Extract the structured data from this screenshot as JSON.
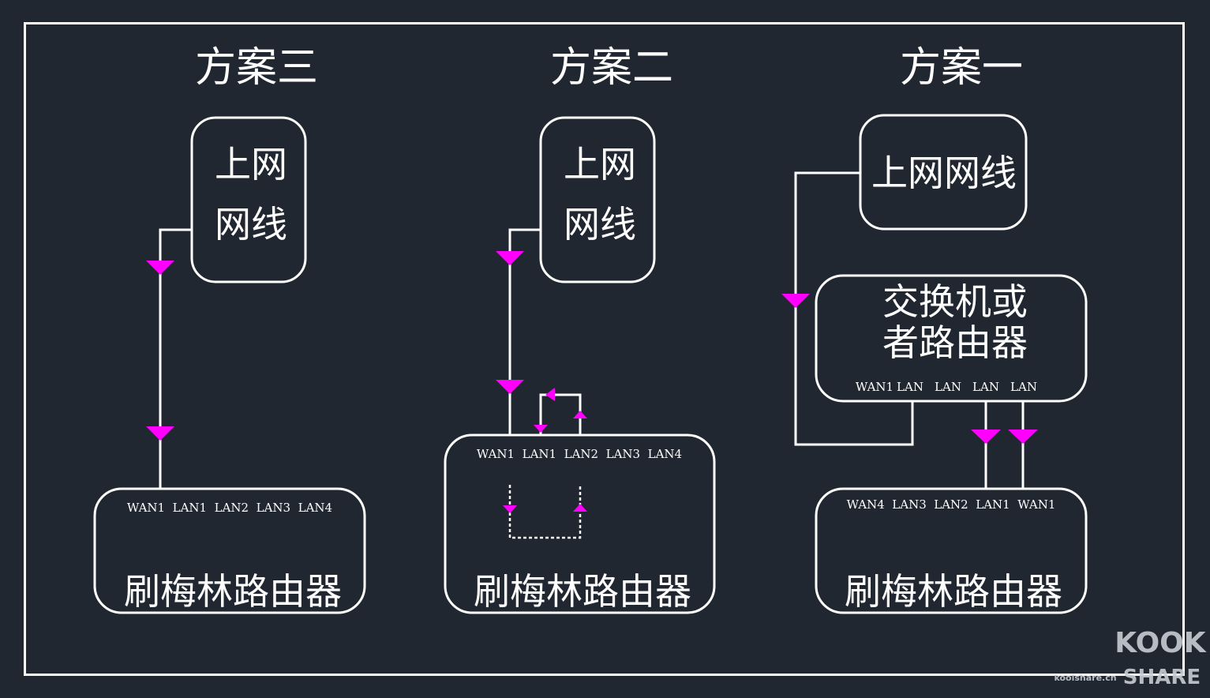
{
  "schemes": {
    "three": {
      "title": "方案三",
      "source_line1": "上网",
      "source_line2": "网线",
      "router_ports": "WAN1  LAN1  LAN2  LAN3  LAN4",
      "router_label": "刷梅林路由器"
    },
    "two": {
      "title": "方案二",
      "source_line1": "上网",
      "source_line2": "网线",
      "router_ports": "WAN1  LAN1  LAN2  LAN3  LAN4",
      "router_label": "刷梅林路由器"
    },
    "one": {
      "title": "方案一",
      "source": "上网网线",
      "switch_line1": "交换机或",
      "switch_line2": "者路由器",
      "switch_ports": [
        "WAN1",
        "LAN",
        "LAN",
        "LAN",
        "LAN"
      ],
      "router_ports": "WAN4  LAN3  LAN2  LAN1  WAN1",
      "router_label": "刷梅林路由器"
    }
  },
  "watermark": {
    "logo_top": "KOOK",
    "logo_bottom": "SHARE",
    "site": "koolshare.cn"
  },
  "colors": {
    "background": "#212730",
    "line": "#ffffff",
    "arrow": "#ff00ff"
  }
}
